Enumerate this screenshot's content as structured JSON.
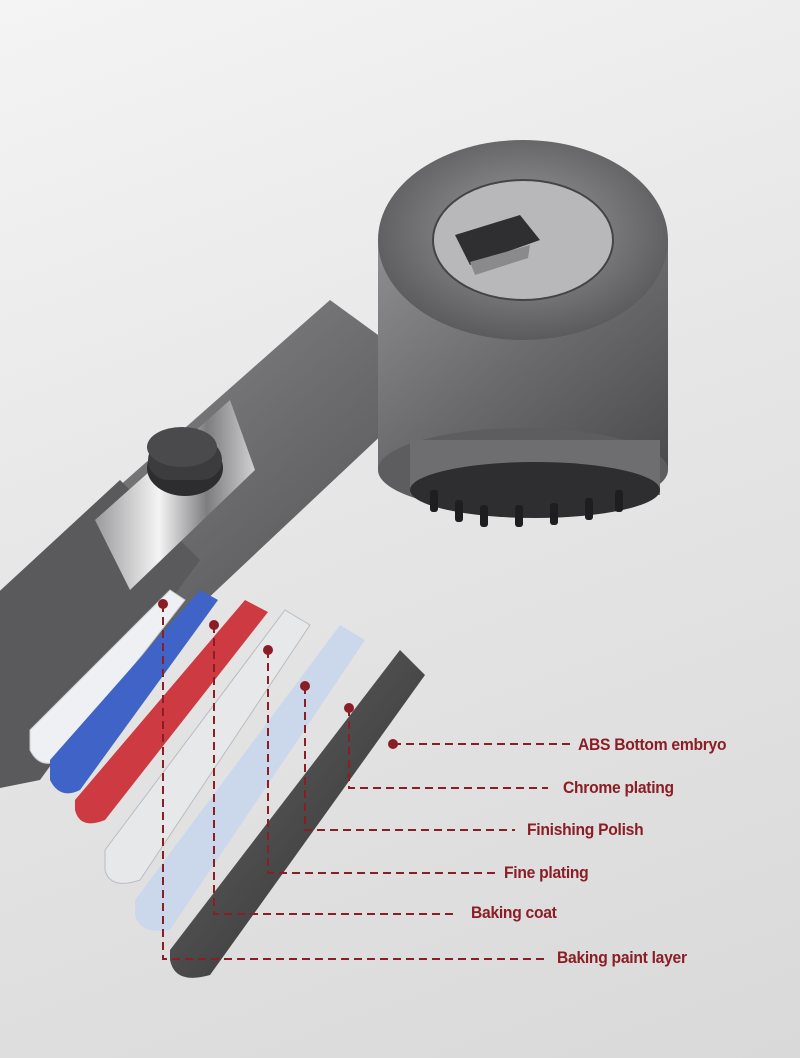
{
  "diagram": {
    "subject": "Shower head with layered coating cross-section",
    "accent_color": "#8b1d24",
    "layers": [
      {
        "label": "ABS Bottom embryo",
        "color": "#4a4a4a"
      },
      {
        "label": "Chrome plating",
        "color": "#c9d6ea"
      },
      {
        "label": "Finishing Polish",
        "color": "#e8e8e8"
      },
      {
        "label": "Fine plating",
        "color": "#e8e8e8"
      },
      {
        "label": "Baking coat",
        "color": "#c8323a"
      },
      {
        "label": "Baking paint layer",
        "color": "#3d62c4"
      }
    ]
  }
}
